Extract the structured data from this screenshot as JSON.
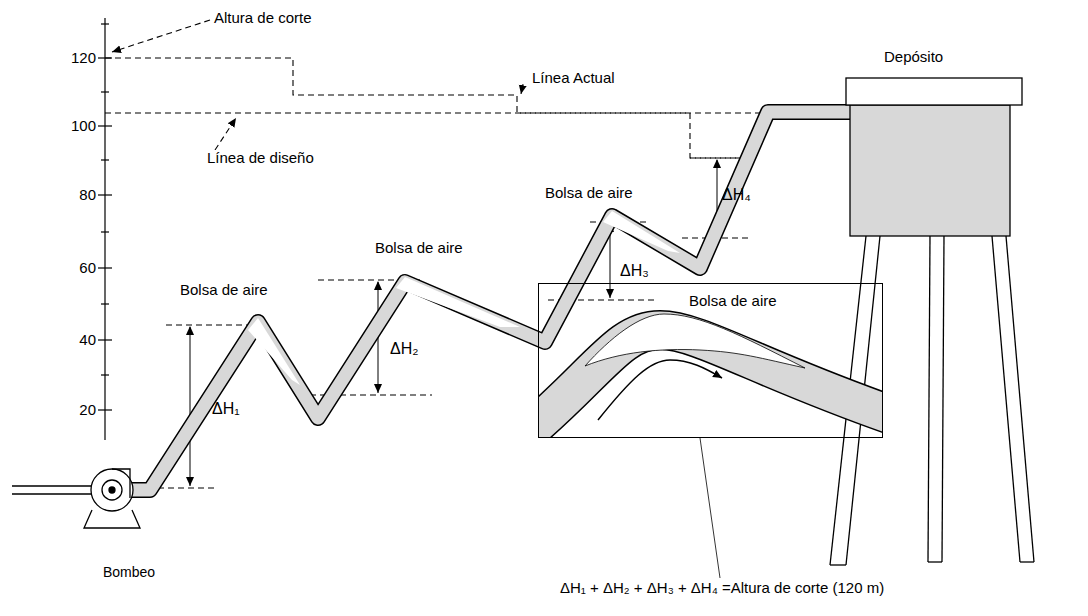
{
  "diagram": {
    "nodes": [
      {
        "text": [
          "Depósito"
        ]
      },
      {
        "text": [
          "Bolsa de aire"
        ]
      }
    ],
    "labels": [
      "Altura de corte",
      "120",
      "100",
      "80",
      "60",
      "40",
      "20",
      "Línea Actual",
      "Línea de diseño",
      "Bolsa de aire",
      "Bolsa de aire",
      "Bolsa de aire",
      "ΔH₁",
      "ΔH₂",
      "ΔH₃",
      "ΔH₄",
      "Bombeo",
      "ΔH₁ + ΔH₂ + ΔH₃ + ΔH₄ =Altura de corte (120 m)"
    ]
  }
}
